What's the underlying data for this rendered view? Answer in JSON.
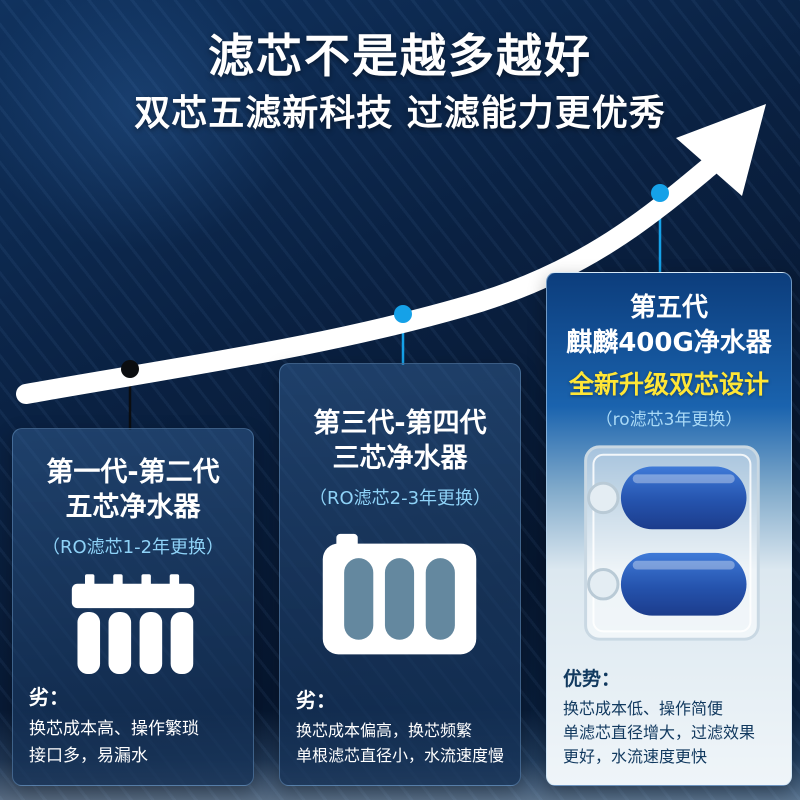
{
  "header": {
    "title": "滤芯不是越多越好",
    "subtitle": "双芯五滤新科技 过滤能力更优秀"
  },
  "cards": [
    {
      "title_line1": "第一代-第二代",
      "title_line2": "五芯净水器",
      "note": "（RO滤芯1-2年更换）",
      "verdict": "劣：",
      "desc": [
        "换芯成本高、操作繁琐",
        "接口多，易漏水"
      ]
    },
    {
      "title_line1": "第三代-第四代",
      "title_line2": "三芯净水器",
      "note": "（RO滤芯2-3年更换）",
      "verdict": "劣：",
      "desc": [
        "换芯成本偏高，换芯频繁",
        "单根滤芯直径小，水流速度慢"
      ]
    },
    {
      "title_line1": "第五代",
      "title_line2": "麒麟400G净水器",
      "highlight": "全新升级双芯设计",
      "note": "（ro滤芯3年更换）",
      "verdict": "优势：",
      "desc": [
        "换芯成本低、操作简便",
        "单滤芯直径增大，过滤效果",
        "更好，水流速度更快"
      ]
    }
  ],
  "icons": {
    "arrow": "trend-arrow-up",
    "gen1_2": "five-filter-purifier-icon",
    "gen3_4": "three-filter-purifier-icon",
    "gen5": "dual-filter-product-image"
  },
  "colors": {
    "background_navy": "#0a2142",
    "arrow_white": "#ffffff",
    "dot_blue": "#15a1e8",
    "dot_black": "#0b0d10",
    "highlight_yellow": "#ffe636",
    "note_blue": "#8ed2f7",
    "card3_text": "#11395f"
  }
}
